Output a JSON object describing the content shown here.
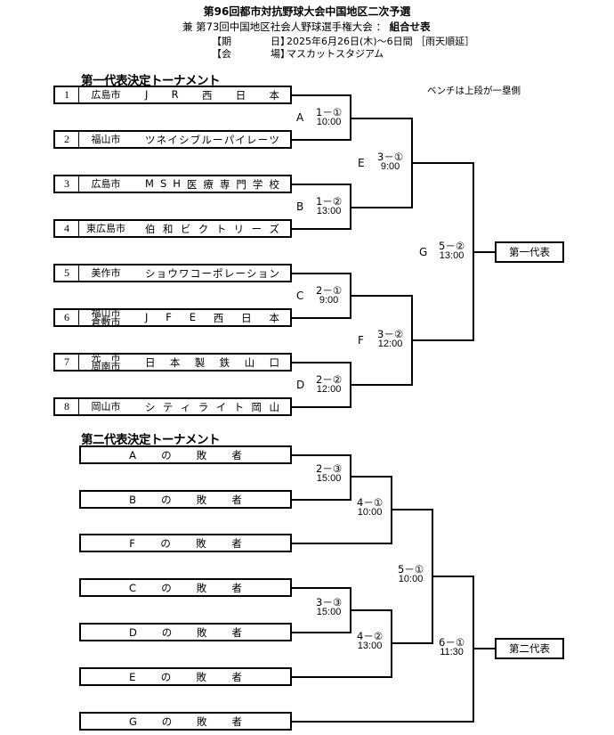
{
  "header": {
    "title": "第96回都市対抗野球大会中国地区二次予選",
    "subtitle_prefix": "兼 第73回中国地区社会人野球選手権大会 ：",
    "subtitle_bold": "組合せ表",
    "date_label": "【期　　　　日】",
    "date_value": "2025年6月26日(木)～6日間 ［雨天順延］",
    "venue_label": "【会　　　　場】",
    "venue_value": "マスカットスタジアム"
  },
  "bench_note": "ベンチは上段が一塁側",
  "first_bracket": {
    "title": "第一代表決定トーナメント",
    "teams": [
      {
        "num": "1",
        "city": "広島市",
        "name": [
          "J",
          "R",
          "西",
          "日",
          "本"
        ]
      },
      {
        "num": "2",
        "city": "福山市",
        "name": [
          "ツ",
          "ネ",
          "イ",
          "シ",
          "ブ",
          "ル",
          "ー",
          "パ",
          "イ",
          "レ",
          "ー",
          "ツ"
        ]
      },
      {
        "num": "3",
        "city": "広島市",
        "name": [
          "M",
          "S",
          "H",
          "医",
          "療",
          "専",
          "門",
          "学",
          "校"
        ]
      },
      {
        "num": "4",
        "city": "東広島市",
        "name": [
          "伯",
          "和",
          "ビ",
          "ク",
          "ト",
          "リ",
          "ー",
          "ズ"
        ]
      },
      {
        "num": "5",
        "city": "美作市",
        "name": [
          "シ",
          "ョ",
          "ウ",
          "ワ",
          "コ",
          "ー",
          "ポ",
          "レ",
          "ー",
          "シ",
          "ョ",
          "ン"
        ]
      },
      {
        "num": "6",
        "city": "福山市\n倉敷市",
        "city1": "福山市",
        "city2": "倉敷市",
        "name": [
          "J",
          "F",
          "E",
          "西",
          "日",
          "本"
        ]
      },
      {
        "num": "7",
        "city": "光　市\n周南市",
        "city1": "光　市",
        "city2": "周南市",
        "name": [
          "日",
          "本",
          "製",
          "鉄",
          "山",
          "口"
        ]
      },
      {
        "num": "8",
        "city": "岡山市",
        "name": [
          "シ",
          "テ",
          "ィ",
          "ラ",
          "イ",
          "ト",
          "岡",
          "山"
        ]
      }
    ],
    "matches": [
      {
        "id": "A",
        "game": "1－①",
        "time": "10:00"
      },
      {
        "id": "B",
        "game": "1－②",
        "time": "13:00"
      },
      {
        "id": "C",
        "game": "2－①",
        "time": "9:00"
      },
      {
        "id": "D",
        "game": "2－②",
        "time": "12:00"
      },
      {
        "id": "E",
        "game": "3－①",
        "time": "9:00"
      },
      {
        "id": "F",
        "game": "3－②",
        "time": "12:00"
      },
      {
        "id": "G",
        "game": "5－②",
        "time": "13:00"
      }
    ],
    "winner_label": "第一代表"
  },
  "second_bracket": {
    "title": "第二代表決定トーナメント",
    "entries": [
      {
        "letter": "A",
        "no": "の",
        "lose": "敗",
        "sha": "者"
      },
      {
        "letter": "B",
        "no": "の",
        "lose": "敗",
        "sha": "者"
      },
      {
        "letter": "F",
        "no": "の",
        "lose": "敗",
        "sha": "者"
      },
      {
        "letter": "C",
        "no": "の",
        "lose": "敗",
        "sha": "者"
      },
      {
        "letter": "D",
        "no": "の",
        "lose": "敗",
        "sha": "者"
      },
      {
        "letter": "E",
        "no": "の",
        "lose": "敗",
        "sha": "者"
      },
      {
        "letter": "G",
        "no": "の",
        "lose": "敗",
        "sha": "者"
      }
    ],
    "matches": [
      {
        "game": "2－③",
        "time": "15:00"
      },
      {
        "game": "4－①",
        "time": "10:00"
      },
      {
        "game": "3－③",
        "time": "15:00"
      },
      {
        "game": "4－②",
        "time": "13:00"
      },
      {
        "game": "5－①",
        "time": "10:00"
      },
      {
        "game": "6－①",
        "time": "11:30"
      }
    ],
    "winner_label": "第二代表"
  }
}
